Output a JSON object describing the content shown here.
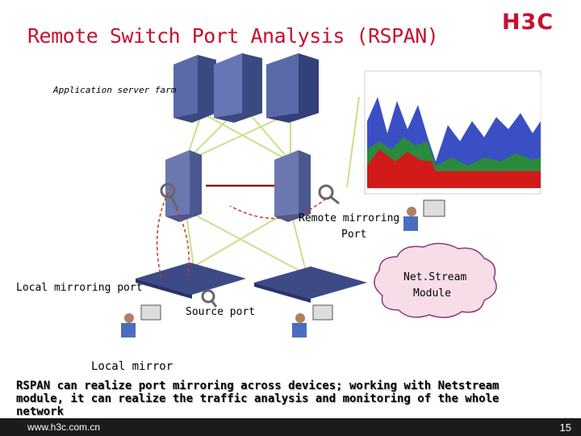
{
  "title": "Remote Switch Port Analysis (RSPAN)",
  "logo": "H3C",
  "labels": {
    "app_server_farm": "Application server farm",
    "remote_mirroring_port_line1": "Remote mirroring",
    "remote_mirroring_port_line2": "Port",
    "local_mirroring_port": "Local mirroring port",
    "source_port": "Source port",
    "netstream_line1": "Net.Stream",
    "netstream_line2": "Module",
    "local_mirror": "Local mirror"
  },
  "note": "RSPAN can realize port mirroring across devices; working with Netstream module, it can realize the traffic analysis and monitoring of the whole network",
  "footer": {
    "url": "www.h3c.com.cn",
    "page": "15"
  },
  "colors": {
    "title": "#c8102e",
    "link_green": "#c8e08a",
    "remote_link": "#8b1a1a",
    "netstream_fill": "#f7dde8",
    "netstream_stroke": "#8a3a78"
  },
  "icons": [
    "server-icon",
    "core-switch-icon",
    "access-switch-icon",
    "magnifier-icon",
    "operator-icon",
    "traffic-chart-icon",
    "cloud-icon"
  ]
}
